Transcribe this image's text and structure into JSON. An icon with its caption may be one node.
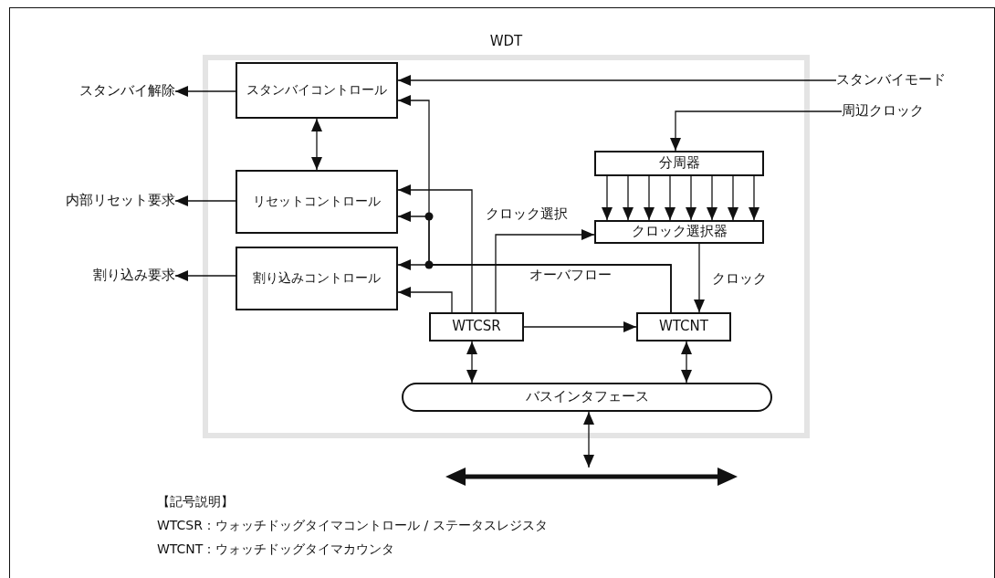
{
  "diagram": {
    "nodes": [
      {
        "text": [
          "WDT"
        ]
      },
      {
        "text": [
          "スタンバイコントロール"
        ],
        "in": 0
      },
      {
        "text": [
          "リセットコントロール"
        ],
        "in": 0
      },
      {
        "text": [
          "割り込みコントロール"
        ],
        "in": 0
      },
      {
        "text": [
          "分周器"
        ],
        "in": 0
      },
      {
        "text": [
          "クロック選択器"
        ],
        "in": 0
      },
      {
        "text": [
          "WTCSR"
        ],
        "in": 0
      },
      {
        "text": [
          "WTCNT"
        ],
        "in": 0
      },
      {
        "text": [
          "バスインタフェース"
        ],
        "in": 0
      },
      {
        "text": [
          "スタンバイ解除"
        ]
      },
      {
        "text": [
          "内部リセット要求"
        ]
      },
      {
        "text": [
          "割り込み要求"
        ]
      },
      {
        "text": [
          "スタンバイモード"
        ]
      },
      {
        "text": [
          "周辺クロック"
        ]
      },
      {
        "text": [],
        "shape": "bar"
      }
    ],
    "edges": [
      {
        "from": 1,
        "to": 9,
        "arrow": "to"
      },
      {
        "from": 12,
        "to": 1,
        "arrow": "to"
      },
      {
        "from": 1,
        "to": 2,
        "arrow": "both"
      },
      {
        "from": 2,
        "to": 10,
        "arrow": "to"
      },
      {
        "from": 3,
        "to": 11,
        "arrow": "to"
      },
      {
        "from": 13,
        "to": 4,
        "arrow": "to"
      },
      {
        "from": 4,
        "to": 5,
        "arrow": "to"
      },
      {
        "from": 4,
        "to": 5,
        "arrow": "to"
      },
      {
        "from": 4,
        "to": 5,
        "arrow": "to"
      },
      {
        "from": 4,
        "to": 5,
        "arrow": "to"
      },
      {
        "from": 4,
        "to": 5,
        "arrow": "to"
      },
      {
        "from": 4,
        "to": 5,
        "arrow": "to"
      },
      {
        "from": 4,
        "to": 5,
        "arrow": "to"
      },
      {
        "from": 4,
        "to": 5,
        "arrow": "to"
      },
      {
        "from": 6,
        "to": 5,
        "arrow": "to",
        "label": "クロック選択"
      },
      {
        "from": 5,
        "to": 7,
        "arrow": "to",
        "label": "クロック"
      },
      {
        "from": 6,
        "to": 7,
        "arrow": "to"
      },
      {
        "from": 7,
        "to": 3,
        "arrow": "to",
        "label": "オーバフロー"
      },
      {
        "from": 7,
        "to": 2,
        "arrow": "to"
      },
      {
        "from": 7,
        "to": 1,
        "arrow": "to"
      },
      {
        "from": 6,
        "to": 2,
        "arrow": "to"
      },
      {
        "from": 6,
        "to": 3,
        "arrow": "to"
      },
      {
        "from": 6,
        "to": 8,
        "arrow": "both"
      },
      {
        "from": 7,
        "to": 8,
        "arrow": "both"
      },
      {
        "from": 8,
        "to": 14,
        "arrow": "both"
      }
    ],
    "labels": [
      "【記号説明】",
      "WTCSR：ウォッチドッグタイマコントロール / ステータスレジスタ",
      "WTCNT：ウォッチドッグタイマカウンタ"
    ]
  }
}
